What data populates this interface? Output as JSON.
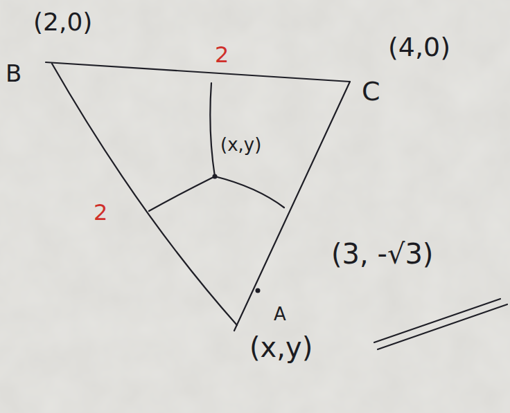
{
  "diagram": {
    "labels": [
      "(2,0)",
      "B",
      "2",
      "(4,0)",
      "C",
      "(x,y)",
      "2",
      "A",
      "(x,y)",
      "(3, -√3)"
    ]
  }
}
